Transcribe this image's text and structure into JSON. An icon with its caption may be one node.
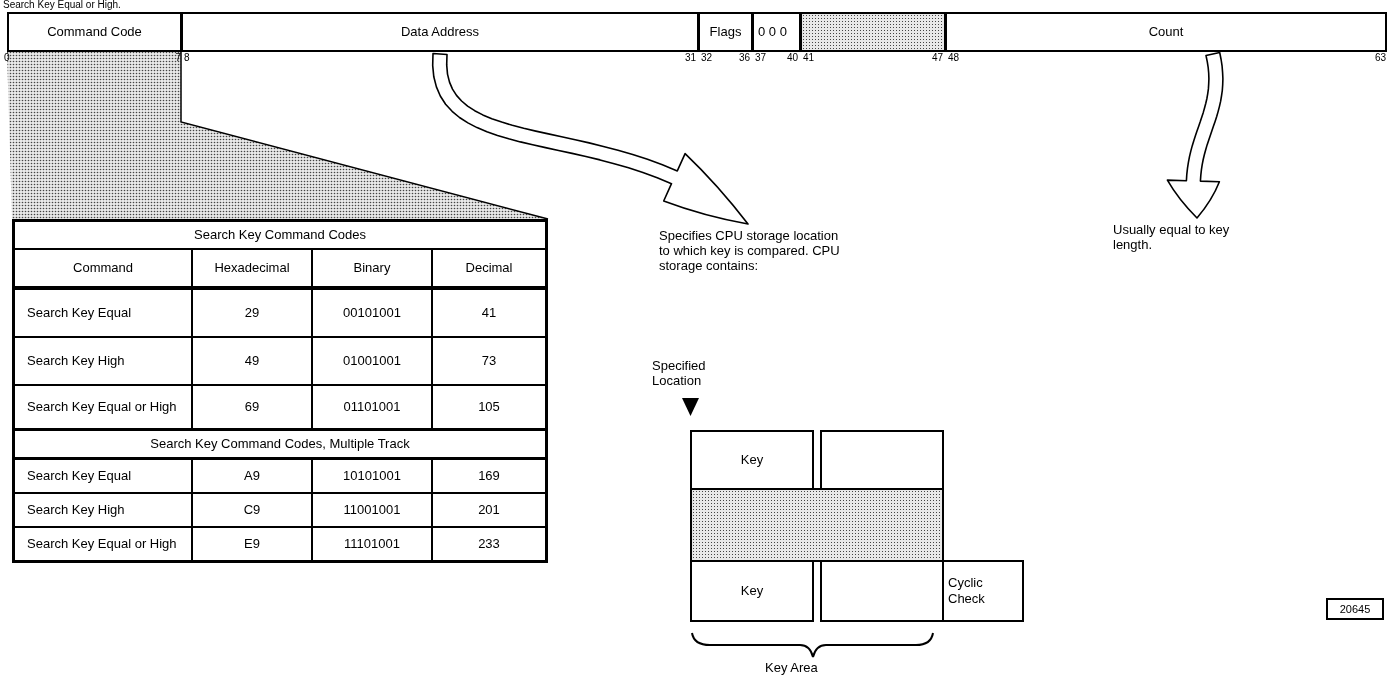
{
  "diagram": {
    "title": "Search Key Equal or High.",
    "nodes": [
      {
        "text": [
          "Command Code"
        ]
      },
      {
        "text": [
          "Data Address"
        ]
      },
      {
        "text": [
          "Flags"
        ]
      },
      {
        "text": [
          "0 0 0"
        ]
      },
      {
        "text": [],
        "shape": "box"
      },
      {
        "text": [
          "Count"
        ]
      },
      {
        "text": [
          "Specifies CPU storage location to which key is compared. CPU storage contains:"
        ]
      },
      {
        "text": [
          "Usually equal to key length."
        ]
      },
      {
        "text": [
          "Key"
        ]
      },
      {
        "text": [],
        "shape": "box"
      },
      {
        "text": [],
        "shape": "box"
      },
      {
        "text": [
          "Key"
        ]
      },
      {
        "text": [],
        "shape": "box"
      },
      {
        "text": [
          "Cyclic Check"
        ]
      },
      {
        "text": [
          "20645"
        ]
      }
    ],
    "edges": [
      {
        "from": 1,
        "to": 6,
        "arrow": "to"
      },
      {
        "from": 5,
        "to": 7,
        "arrow": "to"
      }
    ],
    "labels": [
      "0",
      "7",
      "8",
      "31",
      "32",
      "36",
      "37",
      "40",
      "41",
      "47",
      "48",
      "63",
      "Search Key Command Codes",
      "Command",
      "Hexadecimal",
      "Binary",
      "Decimal",
      "Search Key Equal",
      "29",
      "00101001",
      "41",
      "Search Key High",
      "49",
      "01001001",
      "73",
      "Search Key Equal or High",
      "69",
      "01101001",
      "105",
      "Search Key Command Codes, Multiple Track",
      "Search Key Equal",
      "A9",
      "10101001",
      "169",
      "Search Key High",
      "C9",
      "11001001",
      "201",
      "Search Key Equal or High",
      "E9",
      "11101001",
      "233",
      "Specified Location",
      "Key Area"
    ]
  }
}
